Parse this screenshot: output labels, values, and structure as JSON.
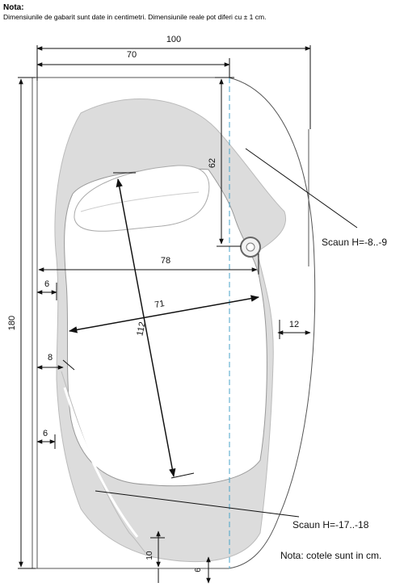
{
  "note": {
    "title": "Nota:",
    "text": "Dimensiunile de gabarit sunt date in centimetri. Dimensiunile reale pot diferi cu ± 1 cm."
  },
  "dimensions": {
    "width_total": "100",
    "width_inner": "70",
    "height_total": "180",
    "top_to_drain": "62",
    "drain_horizontal": "78",
    "basin_diagonal": "112",
    "basin_width": "71",
    "right_rim": "12",
    "left_rim_upper": "6",
    "left_rim_mid": "8",
    "left_rim_lower": "6",
    "bottom_rim": "10",
    "bottom_right": "6"
  },
  "labels": {
    "seat_upper": "Scaun H=-8..-9",
    "seat_lower": "Scaun H=-17..-18",
    "footer_note": "Nota: cotele sunt in cm."
  },
  "colors": {
    "shell_fill": "#dcdcdc",
    "line": "#111111",
    "axis_line": "#4aa3c8"
  }
}
